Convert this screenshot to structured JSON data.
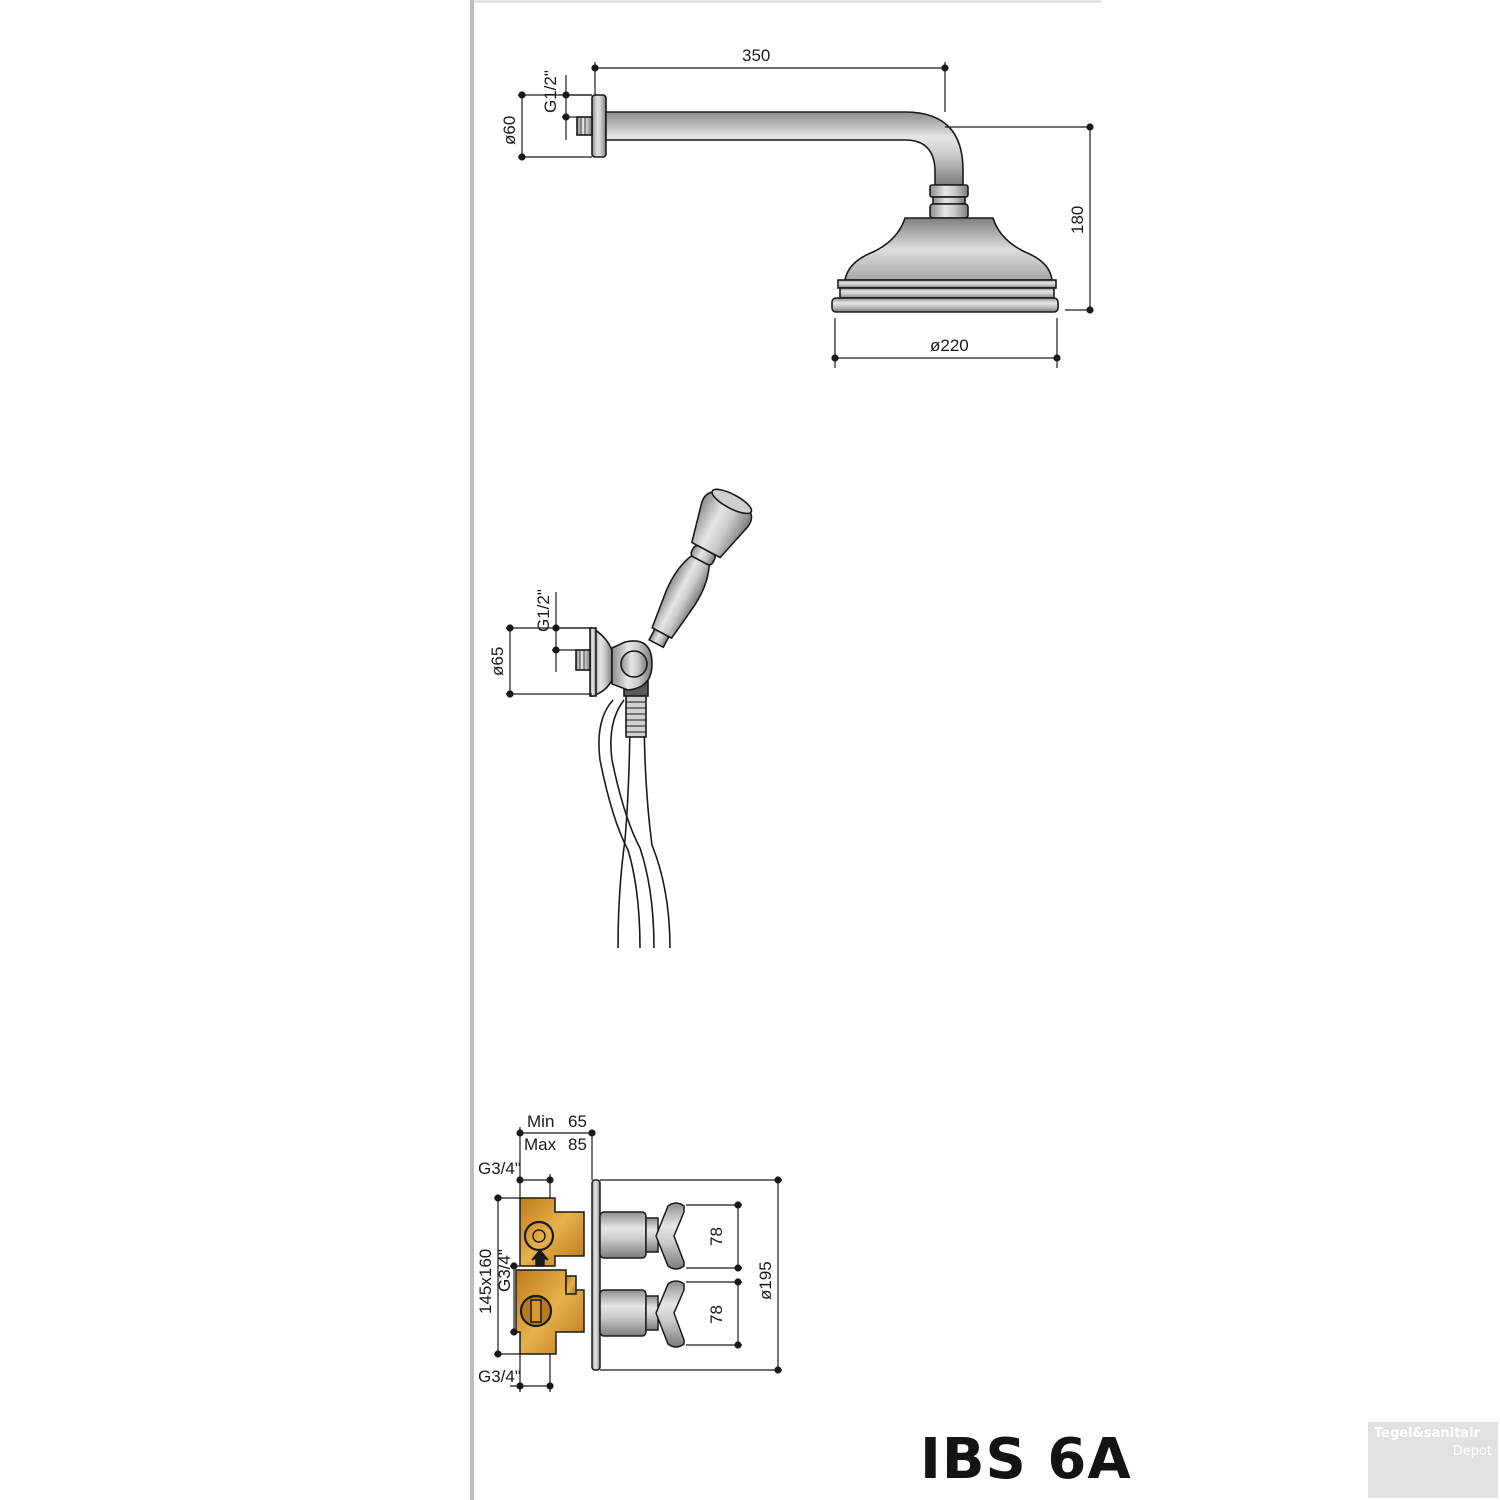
{
  "product": {
    "model": "IBS 6A"
  },
  "watermark": {
    "line1": "Tegel&sanitair",
    "line2": "Depot"
  },
  "head_shower": {
    "arm_length": "350",
    "thread": "G1/2\"",
    "flange_diameter": "ø60",
    "drop_height": "180",
    "head_diameter": "ø220"
  },
  "hand_shower": {
    "thread": "G1/2\"",
    "flange_diameter": "ø65"
  },
  "valve": {
    "depth_min_label": "Min",
    "depth_min_value": "65",
    "depth_max_label": "Max",
    "depth_max_value": "85",
    "top_thread": "G3/4\"",
    "body_size": "145x160",
    "side_thread": "G3/4\"",
    "bottom_thread": "G3/4\"",
    "spacing_upper": "78",
    "spacing_lower": "78",
    "plate_diameter": "ø195"
  },
  "colors": {
    "line": "#1a1a1a",
    "chrome": "#c4c4c4",
    "brass": "#d69a2a",
    "wall": "#bdbdbd"
  }
}
